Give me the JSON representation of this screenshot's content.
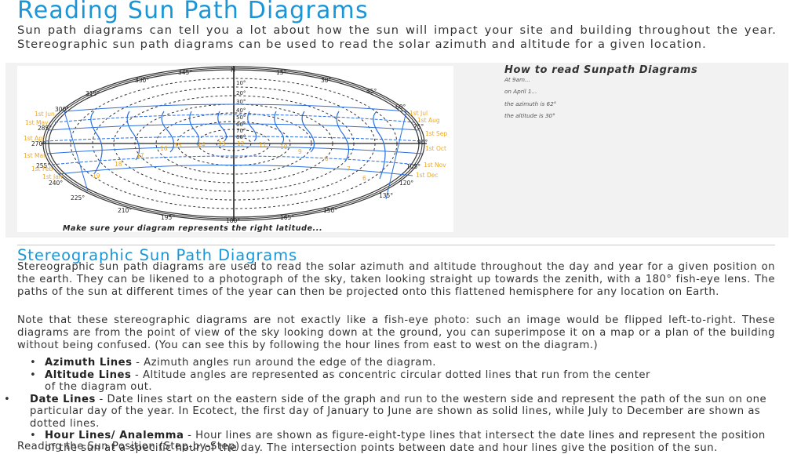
{
  "page": {
    "title": "Reading Sun Path Diagrams",
    "intro": "Sun path diagrams can tell you a lot about how the sun will impact your site and building throughout the year. Stereographic sun path diagrams can be used to read the solar azimuth and altitude for a given location."
  },
  "figure": {
    "caption": "Make sure your diagram represents the right latitude...",
    "compass_north": "N",
    "azimuth_labels": [
      "345°",
      "330°",
      "315°",
      "300°",
      "285°",
      "270°",
      "255°",
      "240°",
      "225°",
      "210°",
      "195°",
      "180°",
      "165°",
      "150°",
      "135°",
      "120°",
      "105°",
      "90°",
      "75°",
      "60°",
      "45°",
      "30°",
      "15°"
    ],
    "altitude_labels": [
      "10°",
      "20°",
      "30°",
      "40°",
      "50°",
      "60°",
      "70°",
      "80°"
    ],
    "date_labels_left": [
      "1st Jun",
      "1st May",
      "1st Apr",
      "1st Mar",
      "1st Feb",
      "1st Jan"
    ],
    "date_labels_right": [
      "1st Jul",
      "1st Aug",
      "1st Sep",
      "1st Oct",
      "1st Nov",
      "1st Dec"
    ],
    "hour_labels": [
      "19",
      "18",
      "17",
      "16",
      "15",
      "14",
      "13",
      "12",
      "11",
      "10",
      "9",
      "8",
      "7",
      "6"
    ],
    "colors": {
      "sunpath": "#2a6fe0",
      "labels": "#f0a81c",
      "axis": "#222222",
      "heading": "#1a96d6"
    }
  },
  "howto": {
    "title": "How to read Sunpath Diagrams",
    "lines": [
      "At 9am...",
      "on April 1...",
      "the azimuth is 62°",
      "the altitude is 30°"
    ]
  },
  "section": {
    "title": "Stereographic Sun Path Diagrams",
    "para1": "Stereographic sun path diagrams are used to read the solar azimuth and altitude throughout the day and year for a given position on the earth. They can be likened to a photograph of the sky, taken looking straight up towards the zenith, with a 180° fish-eye lens. The paths of the sun at different times of the year can then be projected onto this flattened hemisphere for any location on Earth.",
    "para2": "Note that these stereographic diagrams are not exactly like a fish-eye photo: such an image would be flipped left-to-right.  These diagrams are from the point of view of the sky looking down at the ground, you can superimpose it on a map or a plan of the building without being confused.  (You can see this by following the hour lines from east to west on the diagram.)",
    "bullets": [
      {
        "term": "Azimuth Lines",
        "text": " - Azimuth angles run around the edge of the diagram."
      },
      {
        "term": "Altitude Lines",
        "text": " - Altitude angles are represented as concentric circular dotted lines that run from the center of the diagram out."
      },
      {
        "term": "Date Lines",
        "text": " - Date lines start on the eastern side of the graph and run to the western side and represent the path of the sun on one particular day of the year. In Ecotect, the first day of January to June are shown as solid lines, while July to December are shown as dotted lines."
      },
      {
        "term": "Hour Lines/ Analemma",
        "text": " - Hour lines are shown as figure-eight-type lines that intersect the date lines and represent the position of the sun at a specific hour of the day. The intersection points between date and hour lines give the position of the sun."
      }
    ],
    "bullet_glyph": "•",
    "step_heading": "Reading the Sun Position (Step-by-Step)"
  }
}
